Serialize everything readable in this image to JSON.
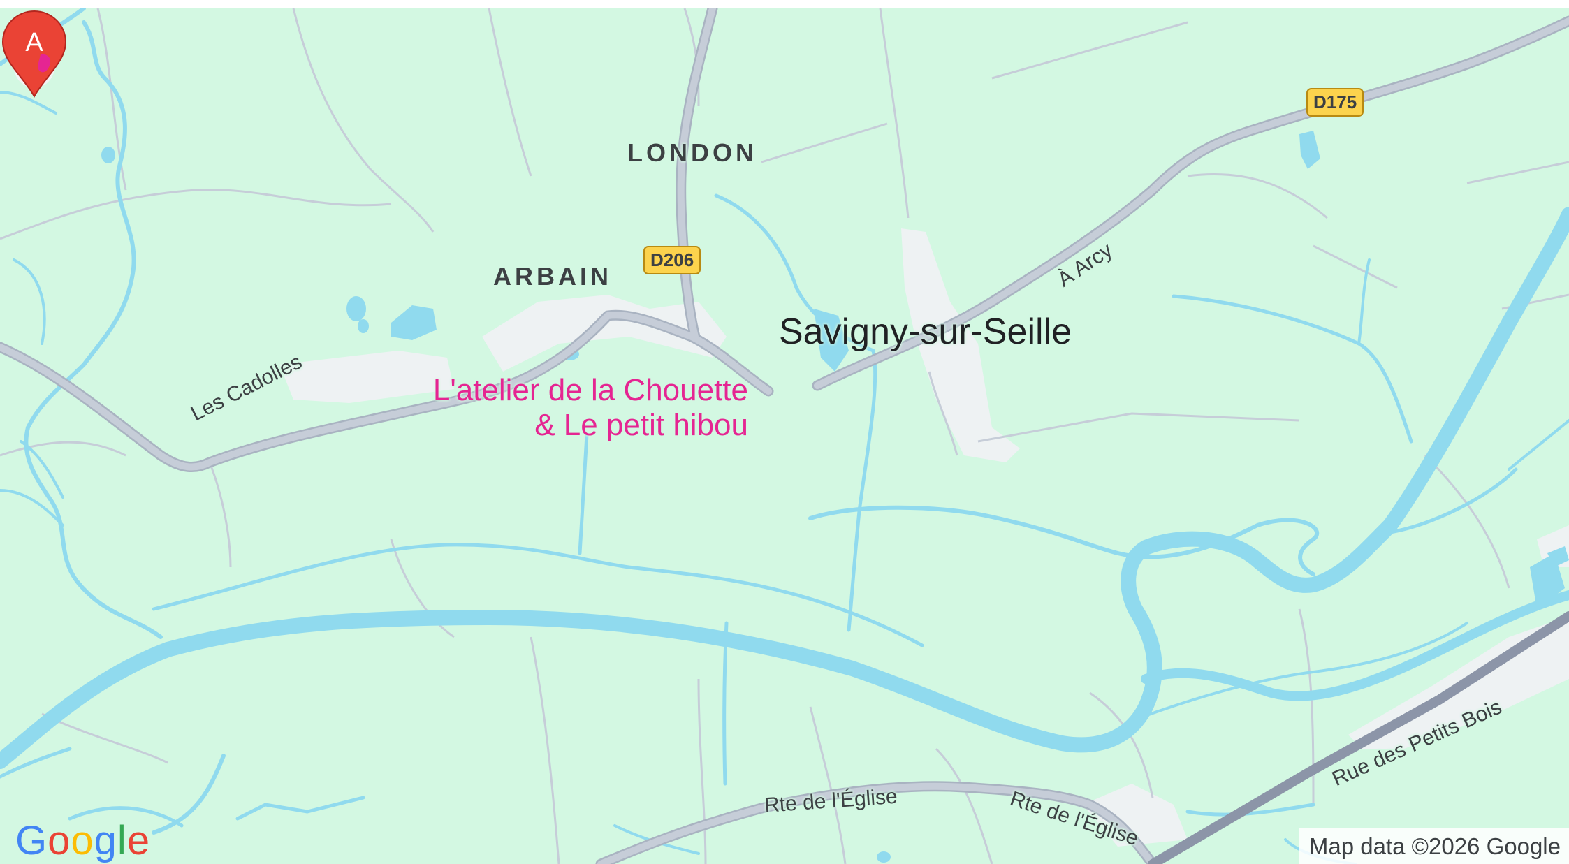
{
  "map": {
    "place_labels": {
      "london": "LONDON",
      "arbain": "ARBAIN",
      "town": "Savigny-sur-Seille"
    },
    "road_shields": {
      "d206": "D206",
      "d175": "D175"
    },
    "road_labels": {
      "les_cadolles": "Les Cadolles",
      "a_arcy": "À Arcy",
      "rte_eglise_1": "Rte de l'Église",
      "rte_eglise_2": "Rte de l'Église",
      "rue_petits_bois": "Rue des Petits Bois"
    },
    "poi": {
      "line1": "L'atelier de la Chouette",
      "line2": "& Le petit hibou"
    },
    "marker": {
      "letter": "A",
      "color": "#ea4335"
    },
    "logo": {
      "letters": [
        "G",
        "o",
        "o",
        "g",
        "l",
        "e"
      ],
      "colors": [
        "#4285f4",
        "#ea4335",
        "#fbbc04",
        "#4285f4",
        "#34a853",
        "#ea4335"
      ]
    },
    "attribution": "Map data ©2026 Google",
    "colors": {
      "land": "#d3f8e2",
      "water": "#90daee",
      "road": "#c6cdd8",
      "road_casing": "#a9b3c1",
      "settlement": "#eef2f3",
      "poi_text": "#e52592",
      "shield": "#fcd34d"
    }
  }
}
